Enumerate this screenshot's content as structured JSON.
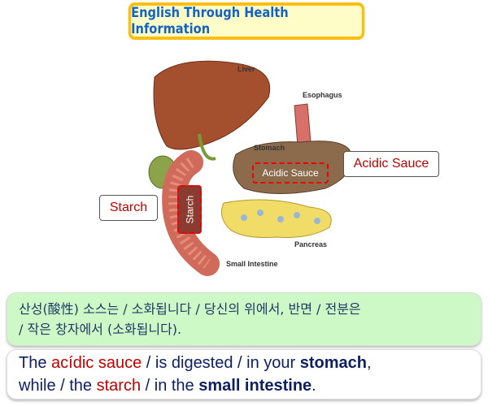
{
  "title": "English Through Health Information",
  "diagram": {
    "labels": {
      "liver": "Liver",
      "esophagus": "Esophagus",
      "stomach": "Stomach",
      "pancreas": "Pancreas",
      "small_intestine": "Small Intestine"
    },
    "tags": {
      "acidic_sauce": "Acidic Sauce",
      "starch": "Starch"
    },
    "callouts": {
      "acidic_sauce": "Acidic Sauce",
      "starch": "Starch"
    }
  },
  "korean": {
    "line1": "산성(酸性) 소스는 / 소화됩니다 / 당신의 위에서, 반면 / 전분은",
    "line2": "/ 작은 창자에서 (소화됩니다)."
  },
  "english": {
    "p1": "The ",
    "p2": "acídic sauce",
    "p3": " / is digested / in your ",
    "p4": "stomach",
    ",": ",",
    "p5": "while / the ",
    "p6": "starch",
    "p7": " / in the ",
    "p8": "small intestine",
    "p9": "."
  },
  "colors": {
    "title_border": "#fbbf14",
    "title_text": "#1363c4",
    "highlight": "#c00000",
    "korean_bg": "#ccf9c6"
  }
}
